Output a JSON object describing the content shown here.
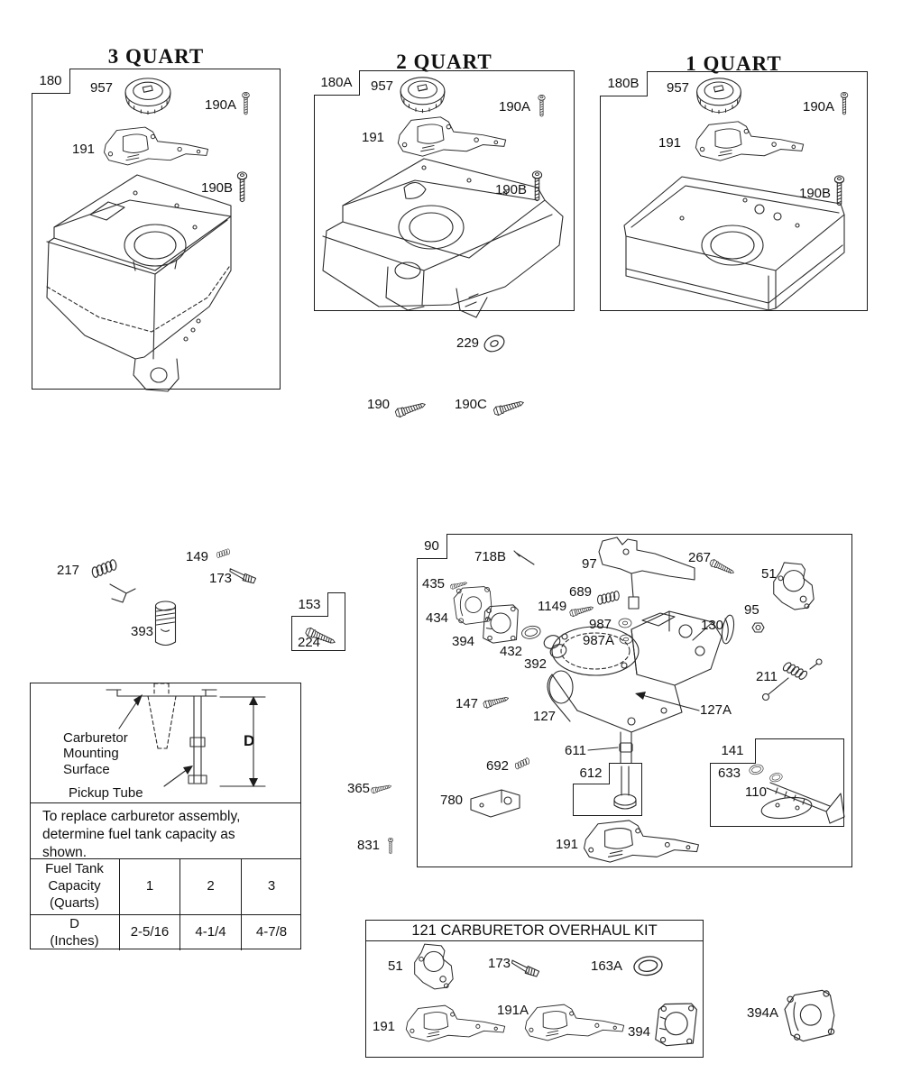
{
  "titles": {
    "tank3": "3 QUART",
    "tank2": "2 QUART",
    "tank1": "1 QUART",
    "overhaul_kit": "121 CARBURETOR OVERHAUL KIT"
  },
  "ref_boxes": {
    "r180": "180",
    "r180A": "180A",
    "r180B": "180B",
    "r153": "153",
    "r90": "90",
    "r612": "612",
    "r141": "141"
  },
  "callouts": {
    "c957": "957",
    "c190A": "190A",
    "c191": "191",
    "c190B": "190B",
    "c229": "229",
    "c190": "190",
    "c190C": "190C",
    "c217": "217",
    "c149": "149",
    "c173": "173",
    "c393": "393",
    "c224": "224",
    "c718B": "718B",
    "c97": "97",
    "c267": "267",
    "c51": "51",
    "c435": "435",
    "c434": "434",
    "c689": "689",
    "c1149": "1149",
    "c95": "95",
    "c987": "987",
    "c987A": "987A",
    "c130": "130",
    "c394": "394",
    "c432": "432",
    "c392": "392",
    "c211": "211",
    "c147": "147",
    "c127": "127",
    "c127A": "127A",
    "c611": "611",
    "c692": "692",
    "c780": "780",
    "c365": "365",
    "c831": "831",
    "c633": "633",
    "c110": "110",
    "c163A": "163A",
    "c191A": "191A",
    "c394A": "394A"
  },
  "info_panel": {
    "mounting_surface": "Carburetor\nMounting\nSurface",
    "pickup_tube": "Pickup Tube",
    "dimension": "D",
    "note": "To replace carburetor assembly,\ndetermine fuel tank capacity as\nshown.",
    "table": {
      "row1_header": "Fuel Tank\nCapacity\n(Quarts)",
      "row1_values": [
        "1",
        "2",
        "3"
      ],
      "row2_header": "D\n(Inches)",
      "row2_values": [
        "2-5/16",
        "4-1/4",
        "4-7/8"
      ]
    }
  }
}
